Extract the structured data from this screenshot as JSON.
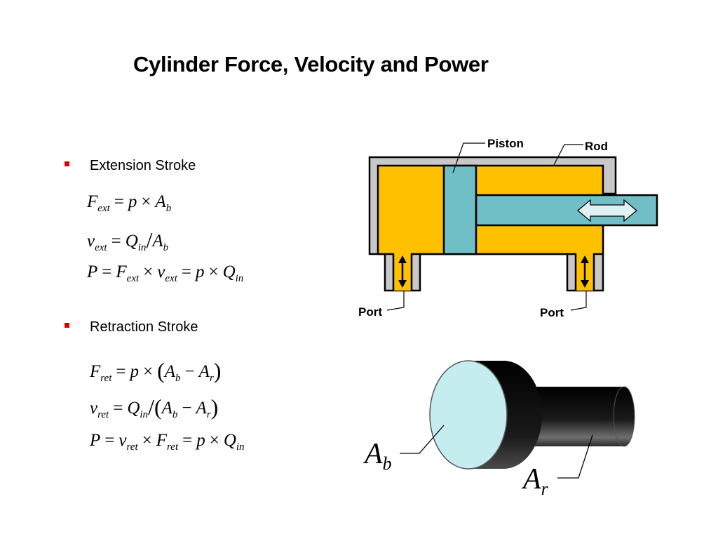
{
  "slide": {
    "title": "Cylinder Force, Velocity and Power",
    "bullet_color": "#e00000"
  },
  "extension": {
    "label": "Extension Stroke",
    "force": {
      "lhs": "F",
      "lhs_sub": "ext",
      "op": "=",
      "p": "p",
      "times": "×",
      "a": "A",
      "a_sub": "b"
    },
    "velocity": {
      "lhs": "v",
      "lhs_sub": "ext",
      "op": "=",
      "q": "Q",
      "q_sub": "in",
      "div": "/",
      "a": "A",
      "a_sub": "b"
    },
    "power": {
      "lhs": "P",
      "op": "=",
      "f": "F",
      "f_sub": "ext",
      "times": "×",
      "v": "v",
      "v_sub": "ext",
      "op2": "=",
      "p": "p",
      "times2": "×",
      "q": "Q",
      "q_sub": "in"
    }
  },
  "retraction": {
    "label": "Retraction Stroke",
    "force": {
      "lhs": "F",
      "lhs_sub": "ret",
      "op": "=",
      "p": "p",
      "times": "×",
      "lparen": "(",
      "a": "A",
      "a_sub": "b",
      "minus": "−",
      "ar": "A",
      "ar_sub": "r",
      "rparen": ")"
    },
    "velocity": {
      "lhs": "v",
      "lhs_sub": "ret",
      "op": "=",
      "q": "Q",
      "q_sub": "in",
      "div": "/",
      "lparen": "(",
      "a": "A",
      "a_sub": "b",
      "minus": "−",
      "ar": "A",
      "ar_sub": "r",
      "rparen": ")"
    },
    "power": {
      "lhs": "P",
      "op": "=",
      "v": "v",
      "v_sub": "ret",
      "times": "×",
      "f": "F",
      "f_sub": "ret",
      "op2": "=",
      "p": "p",
      "times2": "×",
      "q": "Q",
      "q_sub": "in"
    }
  },
  "cylinder": {
    "piston_label": "Piston",
    "rod_label": "Rod",
    "port_left_label": "Port",
    "port_right_label": "Port",
    "colors": {
      "fluid": "#ffc000",
      "piston": "#70bfc6",
      "wall": "#c8c8c8",
      "outline": "#000000",
      "arrow_fill": "#dff2f3"
    }
  },
  "areas": {
    "bore_label": "A",
    "bore_sub": "b",
    "rod_label": "A",
    "rod_sub": "r",
    "colors": {
      "face": "#c5ecef",
      "body_dark": "#000000",
      "body_light": "#6f6f6f"
    }
  }
}
